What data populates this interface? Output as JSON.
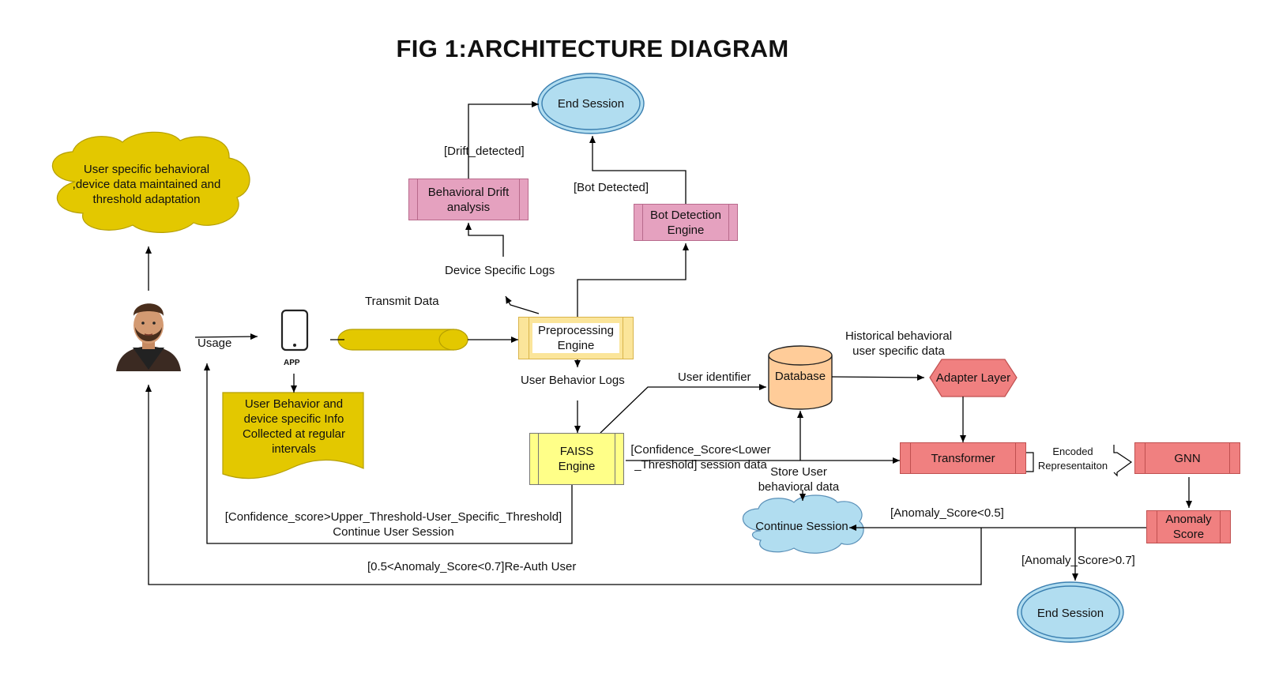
{
  "title": "FIG 1:ARCHITECTURE DIAGRAM",
  "nodes": {
    "cloud_user_data": "User specific behavioral ,device data maintained and threshold adaptation",
    "app_label": "APP",
    "collected_info": "User Behavior and device specific Info Collected at regular intervals",
    "end_session_top": "End Session",
    "drift_analysis": "Behavioral Drift analysis",
    "bot_detection": "Bot Detection Engine",
    "preprocessing": "Preprocessing Engine",
    "faiss": "FAISS Engine",
    "database": "Database",
    "adapter": "Adapter Layer",
    "transformer": "Transformer",
    "gnn": "GNN",
    "anomaly_score": "Anomaly Score",
    "continue_session": "Continue Session",
    "end_session_bottom": "End Session"
  },
  "edges": {
    "usage": "Usage",
    "transmit": "Transmit Data",
    "drift_detected": "[Drift_detected]",
    "bot_detected": "[Bot Detected]",
    "device_logs": "Device Specific Logs",
    "user_behavior_logs": "User Behavior Logs",
    "user_identifier": "User identifier",
    "historical": "Historical behavioral user specific data",
    "confidence_lower": "[Confidence_Score<Lower _Threshold] session data",
    "store_user": "Store User behavioral data",
    "encoded": "Encoded Representaiton",
    "anomaly_low": "[Anomaly_Score<0.5]",
    "anomaly_high": "[Anomaly_Score>0.7]",
    "confidence_upper": "[Confidence_score>Upper_Threshold-User_Specific_Threshold] Continue User Session",
    "reauth": "[0.5<Anomaly_Score<0.7]Re-Auth User"
  },
  "colors": {
    "cloud_yellow": "#e3c800",
    "pink": "#e5a1bf",
    "red": "#f08080",
    "light_yellow": "#fbe59a",
    "lemon": "#ffff88",
    "blue": "#b1ddf0",
    "orange": "#ffcc99"
  },
  "icons": {
    "user": "user-avatar-icon",
    "phone": "smartphone-icon"
  }
}
